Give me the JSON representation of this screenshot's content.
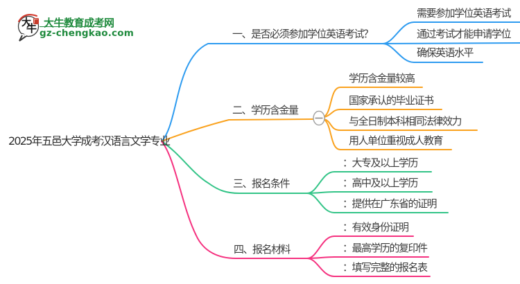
{
  "logo": {
    "bubble_char_top": "大",
    "bubble_char_bottom": "牛",
    "site_name": "大牛教育成考网",
    "site_url": "gz-chengkao.com",
    "brand_green": "#1f8a3d",
    "brand_red": "#cf3a2b"
  },
  "central": {
    "label": "2025年五邑大学成考汉语言文学专业"
  },
  "branches": [
    {
      "label": "一、是否必须参加学位英语考试？",
      "color": "#2d9bf0",
      "children": [
        "需要参加学位英语考试",
        "通过考试才能申请学位",
        "确保英语水平"
      ]
    },
    {
      "label": "二、学历含金量",
      "color": "#faa21e",
      "has_collapse_button": true,
      "children": [
        "学历含金量较高",
        "国家承认的毕业证书",
        "与全日制本科相同法律效力",
        "用人单位重视成人教育"
      ]
    },
    {
      "label": "三、报名条件",
      "color": "#33c487",
      "children": [
        "：大专及以上学历",
        "：高中及以上学历",
        "：提供在广东省的证明"
      ]
    },
    {
      "label": "四、报名材料",
      "color": "#f5317f",
      "children": [
        "：有效身份证明",
        "：最高学历的复印件",
        "：填写完整的报名表"
      ]
    }
  ]
}
